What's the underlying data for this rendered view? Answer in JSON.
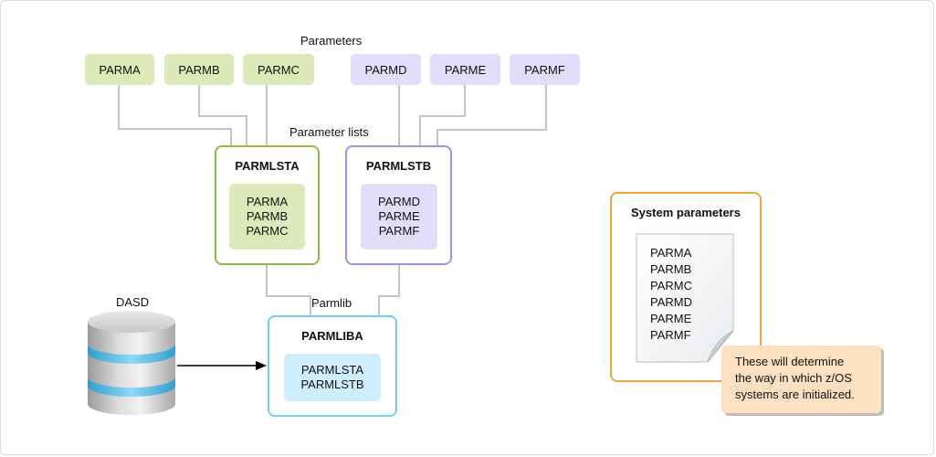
{
  "labels": {
    "parameters": "Parameters",
    "parameter_lists": "Parameter lists",
    "parmlib": "Parmlib",
    "dasd": "DASD"
  },
  "parameters": [
    "PARMA",
    "PARMB",
    "PARMC",
    "PARMD",
    "PARME",
    "PARMF"
  ],
  "parmlsta": {
    "title": "PARMLSTA",
    "items": [
      "PARMA",
      "PARMB",
      "PARMC"
    ]
  },
  "parmlstb": {
    "title": "PARMLSTB",
    "items": [
      "PARMD",
      "PARME",
      "PARMF"
    ]
  },
  "parmliba": {
    "title": "PARMLIBA",
    "items": [
      "PARMLSTA",
      "PARMLSTB"
    ]
  },
  "system_parameters": {
    "title": "System parameters",
    "items": [
      "PARMA",
      "PARMB",
      "PARMC",
      "PARMD",
      "PARME",
      "PARMF"
    ]
  },
  "callout": {
    "lines": [
      "These will determine",
      "the way in which z/OS",
      "systems are initialized."
    ]
  },
  "colors": {
    "green_border": "#8fbc3b",
    "green_fill": "#dde9b9",
    "purple_border": "#a48ef0",
    "purple_fill": "#e3dcfb",
    "blue_border": "#6fd0f5",
    "blue_fill": "#cfeefb",
    "orange_border": "#f5a33a",
    "callout_fill": "#fde1c0",
    "connector": "#bdbdbd"
  }
}
